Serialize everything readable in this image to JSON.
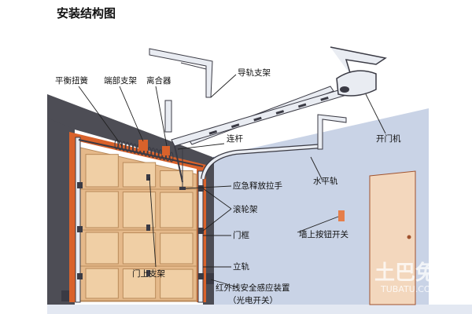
{
  "title": "安装结构图",
  "labels": {
    "balance_spring": "平衡扭簧",
    "end_bracket": "端部支架",
    "clutch": "离合器",
    "rail_bracket": "导轨支架",
    "opener": "开门机",
    "connecting_rod": "连杆",
    "horizontal_rail": "水平轨",
    "emergency_release": "应急释放拉手",
    "roller_bracket": "滚轮架",
    "door_frame": "门框",
    "wall_button": "墙上按钮开关",
    "vertical_rail": "立轨",
    "top_bracket": "门上支架",
    "ir_sensor": "红外线安全感应装置",
    "ir_sensor_note": "（光电开关）"
  },
  "watermark": {
    "text": "土巴兔",
    "sub": "TUBATU.COM"
  },
  "colors": {
    "wall_dark": "#4d4d55",
    "wall_light": "#c9d3e6",
    "floor": "#e3e8f2",
    "door": "#e5b98a",
    "panel": "#f0cfa5",
    "frame_orange": "#d9622b",
    "rail": "#e9ecf2",
    "rail_edge": "#3a3a44",
    "side_door": "#f3d7bd",
    "switch": "#e57e4a"
  }
}
